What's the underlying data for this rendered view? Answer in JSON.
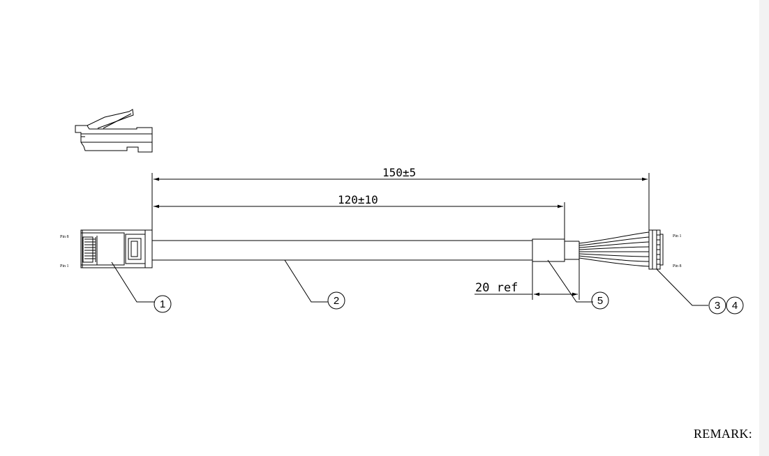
{
  "dimensions": {
    "overall": "150±5",
    "jacket": "120±10",
    "ref": "20 ref"
  },
  "pins": {
    "rj45_top": "Pin 8",
    "rj45_bottom": "Pin 1",
    "connector_top": "Pin 1",
    "connector_bottom": "Pin 8"
  },
  "balloons": [
    "1",
    "2",
    "3",
    "4",
    "5"
  ],
  "remark": "REMARK:"
}
